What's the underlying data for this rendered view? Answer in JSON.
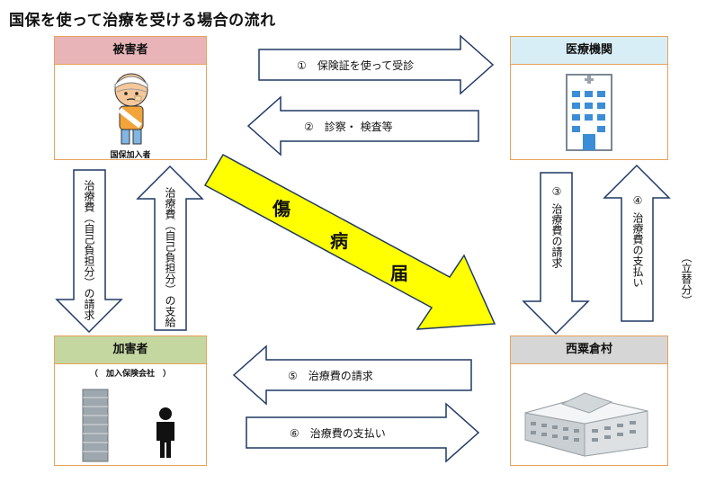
{
  "title": "国保を使って治療を受ける場合の流れ",
  "boxes": {
    "victim": {
      "label": "被害者",
      "caption": "国保加入者"
    },
    "medical": {
      "label": "医療機関"
    },
    "offender": {
      "label": "加害者",
      "caption": "（　加入保険会社　）"
    },
    "city": {
      "label": "西粟倉村"
    }
  },
  "arrows": {
    "a1": "①　保険証を使って受診",
    "a2": "②　診察・ 検査等",
    "a3_num": "③",
    "a3": "治療費の請求",
    "a4_num": "④",
    "a4": "治療費の支払い",
    "a4_note": "（立替分）",
    "a5": "⑤　治療費の請求",
    "a6": "⑥　治療費の支払い",
    "left_down": "治療費（自己負担分）の請求",
    "left_up": "治療費（自己負担分）の支給"
  },
  "injury": {
    "c1": "傷",
    "c2": "病",
    "c3": "届"
  },
  "colors": {
    "box_border": "#e8a25a",
    "arrow_stroke": "#1f3864",
    "injury_fill": "#ffff00"
  }
}
